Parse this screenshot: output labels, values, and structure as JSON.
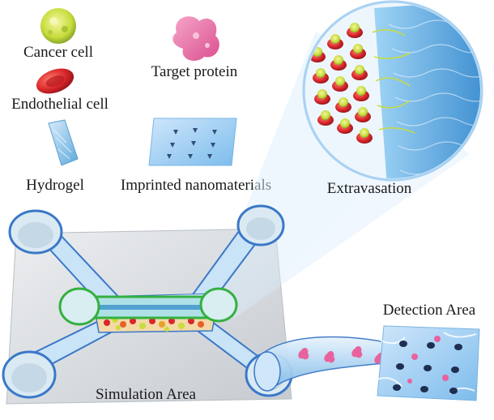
{
  "legend": {
    "cancer_cell": "Cancer cell",
    "target_protein": "Target protein",
    "endothelial_cell": "Endothelial cell",
    "hydrogel": "Hydrogel",
    "imprinted_nanomaterials": "Imprinted nanomaterials"
  },
  "inset": {
    "label": "Extravasation"
  },
  "device": {
    "simulation_label": "Simulation Area",
    "detection_label": "Detection Area"
  },
  "colors": {
    "cancer_cell": "#c8dc3c",
    "target_protein": "#e8629e",
    "endothelial_cell": "#d8262a",
    "hydrogel": "#8cc4ec",
    "channel_blue": "#3a78c8",
    "ring_green": "#34b040",
    "substrate": "#d4d8dc"
  }
}
